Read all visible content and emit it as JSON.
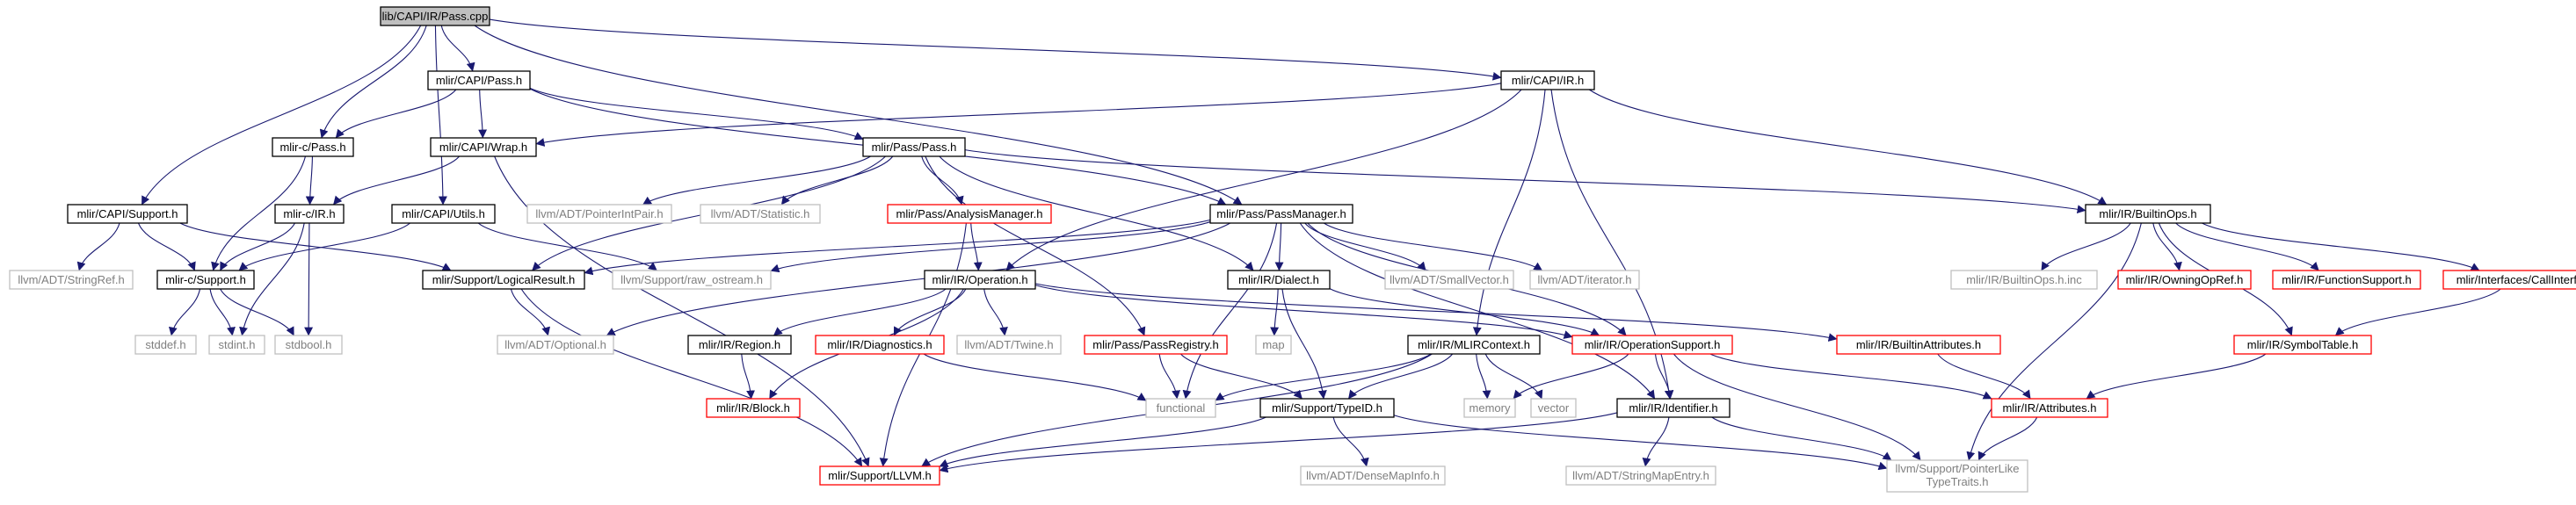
{
  "colors": {
    "edge": "#191970",
    "border_normal": "#000000",
    "border_red": "#ff0000",
    "border_gray": "#bfbfbf",
    "fill_root": "#bfbfbf",
    "fill_normal": "#ffffff",
    "text_normal": "#000000",
    "text_gray": "#7f7f7f"
  },
  "nodes": [
    {
      "id": "pass_cpp",
      "label": "lib/CAPI/IR/Pass.cpp",
      "kind": "root"
    },
    {
      "id": "capi_pass_h",
      "label": "mlir/CAPI/Pass.h",
      "kind": "normal"
    },
    {
      "id": "capi_ir_h",
      "label": "mlir/CAPI/IR.h",
      "kind": "normal"
    },
    {
      "id": "c_pass_h",
      "label": "mlir-c/Pass.h",
      "kind": "normal"
    },
    {
      "id": "capi_wrap_h",
      "label": "mlir/CAPI/Wrap.h",
      "kind": "normal"
    },
    {
      "id": "pass_pass_h",
      "label": "mlir/Pass/Pass.h",
      "kind": "normal"
    },
    {
      "id": "capi_support_h",
      "label": "mlir/CAPI/Support.h",
      "kind": "normal"
    },
    {
      "id": "c_ir_h",
      "label": "mlir-c/IR.h",
      "kind": "normal"
    },
    {
      "id": "capi_utils_h",
      "label": "mlir/CAPI/Utils.h",
      "kind": "normal"
    },
    {
      "id": "pointer_int_pair",
      "label": "llvm/ADT/PointerIntPair.h",
      "kind": "gray"
    },
    {
      "id": "statistic",
      "label": "llvm/ADT/Statistic.h",
      "kind": "gray"
    },
    {
      "id": "analysis_manager",
      "label": "mlir/Pass/AnalysisManager.h",
      "kind": "red"
    },
    {
      "id": "pass_manager",
      "label": "mlir/Pass/PassManager.h",
      "kind": "normal"
    },
    {
      "id": "builtin_ops",
      "label": "mlir/IR/BuiltinOps.h",
      "kind": "normal"
    },
    {
      "id": "string_ref",
      "label": "llvm/ADT/StringRef.h",
      "kind": "gray"
    },
    {
      "id": "c_support_h",
      "label": "mlir-c/Support.h",
      "kind": "normal"
    },
    {
      "id": "logical_result",
      "label": "mlir/Support/LogicalResult.h",
      "kind": "normal"
    },
    {
      "id": "raw_ostream",
      "label": "llvm/Support/raw_ostream.h",
      "kind": "gray"
    },
    {
      "id": "ir_operation",
      "label": "mlir/IR/Operation.h",
      "kind": "normal"
    },
    {
      "id": "ir_dialect",
      "label": "mlir/IR/Dialect.h",
      "kind": "normal"
    },
    {
      "id": "small_vector",
      "label": "llvm/ADT/SmallVector.h",
      "kind": "gray"
    },
    {
      "id": "adt_iterator",
      "label": "llvm/ADT/iterator.h",
      "kind": "gray"
    },
    {
      "id": "builtin_ops_inc",
      "label": "mlir/IR/BuiltinOps.h.inc",
      "kind": "gray"
    },
    {
      "id": "owning_op_ref",
      "label": "mlir/IR/OwningOpRef.h",
      "kind": "red"
    },
    {
      "id": "function_support",
      "label": "mlir/IR/FunctionSupport.h",
      "kind": "red"
    },
    {
      "id": "call_interfaces",
      "label": "mlir/Interfaces/CallInterfaces.h",
      "kind": "red"
    },
    {
      "id": "stddef",
      "label": "stddef.h",
      "kind": "gray"
    },
    {
      "id": "stdint",
      "label": "stdint.h",
      "kind": "gray"
    },
    {
      "id": "stdbool",
      "label": "stdbool.h",
      "kind": "gray"
    },
    {
      "id": "optional",
      "label": "llvm/ADT/Optional.h",
      "kind": "gray"
    },
    {
      "id": "ir_region",
      "label": "mlir/IR/Region.h",
      "kind": "normal"
    },
    {
      "id": "ir_diagnostics",
      "label": "mlir/IR/Diagnostics.h",
      "kind": "red"
    },
    {
      "id": "twine",
      "label": "llvm/ADT/Twine.h",
      "kind": "gray"
    },
    {
      "id": "pass_registry",
      "label": "mlir/Pass/PassRegistry.h",
      "kind": "red"
    },
    {
      "id": "map",
      "label": "map",
      "kind": "gray"
    },
    {
      "id": "mlir_context",
      "label": "mlir/IR/MLIRContext.h",
      "kind": "normal"
    },
    {
      "id": "operation_support",
      "label": "mlir/IR/OperationSupport.h",
      "kind": "red"
    },
    {
      "id": "builtin_attributes",
      "label": "mlir/IR/BuiltinAttributes.h",
      "kind": "red"
    },
    {
      "id": "symbol_table",
      "label": "mlir/IR/SymbolTable.h",
      "kind": "red"
    },
    {
      "id": "ir_block",
      "label": "mlir/IR/Block.h",
      "kind": "red"
    },
    {
      "id": "functional",
      "label": "functional",
      "kind": "gray"
    },
    {
      "id": "type_id",
      "label": "mlir/Support/TypeID.h",
      "kind": "normal"
    },
    {
      "id": "memory",
      "label": "memory",
      "kind": "gray"
    },
    {
      "id": "vector",
      "label": "vector",
      "kind": "gray"
    },
    {
      "id": "ir_identifier",
      "label": "mlir/IR/Identifier.h",
      "kind": "normal"
    },
    {
      "id": "ir_attributes",
      "label": "mlir/IR/Attributes.h",
      "kind": "red"
    },
    {
      "id": "support_llvm",
      "label": "mlir/Support/LLVM.h",
      "kind": "red"
    },
    {
      "id": "dense_map_info",
      "label": "llvm/ADT/DenseMapInfo.h",
      "kind": "gray"
    },
    {
      "id": "string_map_entry",
      "label": "llvm/ADT/StringMapEntry.h",
      "kind": "gray"
    },
    {
      "id": "pointer_like_type_traits",
      "label": "llvm/Support/PointerLike\nTypeTraits.h",
      "kind": "gray"
    }
  ],
  "edges": [
    [
      "pass_cpp",
      "capi_pass_h"
    ],
    [
      "pass_cpp",
      "capi_ir_h"
    ],
    [
      "pass_cpp",
      "c_pass_h"
    ],
    [
      "pass_cpp",
      "capi_support_h"
    ],
    [
      "pass_cpp",
      "capi_utils_h"
    ],
    [
      "pass_cpp",
      "pass_manager"
    ],
    [
      "capi_pass_h",
      "c_pass_h"
    ],
    [
      "capi_pass_h",
      "capi_wrap_h"
    ],
    [
      "capi_pass_h",
      "pass_pass_h"
    ],
    [
      "capi_pass_h",
      "pass_manager"
    ],
    [
      "capi_ir_h",
      "capi_wrap_h"
    ],
    [
      "capi_ir_h",
      "builtin_ops"
    ],
    [
      "capi_ir_h",
      "ir_operation"
    ],
    [
      "capi_ir_h",
      "mlir_context"
    ],
    [
      "capi_ir_h",
      "ir_identifier"
    ],
    [
      "c_pass_h",
      "c_ir_h"
    ],
    [
      "c_pass_h",
      "c_support_h"
    ],
    [
      "capi_wrap_h",
      "c_ir_h"
    ],
    [
      "capi_wrap_h",
      "support_llvm"
    ],
    [
      "pass_pass_h",
      "pointer_int_pair"
    ],
    [
      "pass_pass_h",
      "statistic"
    ],
    [
      "pass_pass_h",
      "analysis_manager"
    ],
    [
      "pass_pass_h",
      "pass_registry"
    ],
    [
      "pass_pass_h",
      "ir_dialect"
    ],
    [
      "pass_pass_h",
      "builtin_ops"
    ],
    [
      "pass_pass_h",
      "logical_result"
    ],
    [
      "capi_support_h",
      "string_ref"
    ],
    [
      "capi_support_h",
      "c_support_h"
    ],
    [
      "capi_support_h",
      "logical_result"
    ],
    [
      "c_ir_h",
      "c_support_h"
    ],
    [
      "c_ir_h",
      "stdint"
    ],
    [
      "c_ir_h",
      "stdbool"
    ],
    [
      "capi_utils_h",
      "c_support_h"
    ],
    [
      "capi_utils_h",
      "raw_ostream"
    ],
    [
      "c_support_h",
      "stddef"
    ],
    [
      "c_support_h",
      "stdint"
    ],
    [
      "c_support_h",
      "stdbool"
    ],
    [
      "analysis_manager",
      "ir_operation"
    ],
    [
      "analysis_manager",
      "support_llvm"
    ],
    [
      "pass_manager",
      "logical_result"
    ],
    [
      "pass_manager",
      "raw_ostream"
    ],
    [
      "pass_manager",
      "ir_dialect"
    ],
    [
      "pass_manager",
      "small_vector"
    ],
    [
      "pass_manager",
      "adt_iterator"
    ],
    [
      "pass_manager",
      "operation_support"
    ],
    [
      "pass_manager",
      "optional"
    ],
    [
      "pass_manager",
      "functional"
    ],
    [
      "pass_manager",
      "ir_identifier"
    ],
    [
      "builtin_ops",
      "builtin_ops_inc"
    ],
    [
      "builtin_ops",
      "owning_op_ref"
    ],
    [
      "builtin_ops",
      "function_support"
    ],
    [
      "builtin_ops",
      "call_interfaces"
    ],
    [
      "builtin_ops",
      "symbol_table"
    ],
    [
      "builtin_ops",
      "pointer_like_type_traits"
    ],
    [
      "call_interfaces",
      "symbol_table"
    ],
    [
      "logical_result",
      "optional"
    ],
    [
      "logical_result",
      "support_llvm"
    ],
    [
      "ir_operation",
      "ir_region"
    ],
    [
      "ir_operation",
      "ir_diagnostics"
    ],
    [
      "ir_operation",
      "twine"
    ],
    [
      "ir_operation",
      "ir_block"
    ],
    [
      "ir_operation",
      "operation_support"
    ],
    [
      "ir_operation",
      "builtin_attributes"
    ],
    [
      "ir_dialect",
      "map"
    ],
    [
      "ir_dialect",
      "operation_support"
    ],
    [
      "ir_dialect",
      "type_id"
    ],
    [
      "ir_region",
      "ir_block"
    ],
    [
      "ir_diagnostics",
      "functional"
    ],
    [
      "pass_registry",
      "functional"
    ],
    [
      "pass_registry",
      "type_id"
    ],
    [
      "mlir_context",
      "functional"
    ],
    [
      "mlir_context",
      "type_id"
    ],
    [
      "mlir_context",
      "memory"
    ],
    [
      "mlir_context",
      "vector"
    ],
    [
      "mlir_context",
      "support_llvm"
    ],
    [
      "operation_support",
      "memory"
    ],
    [
      "operation_support",
      "ir_identifier"
    ],
    [
      "operation_support",
      "ir_attributes"
    ],
    [
      "operation_support",
      "pointer_like_type_traits"
    ],
    [
      "builtin_attributes",
      "ir_attributes"
    ],
    [
      "symbol_table",
      "ir_attributes"
    ],
    [
      "ir_attributes",
      "pointer_like_type_traits"
    ],
    [
      "ir_identifier",
      "support_llvm"
    ],
    [
      "ir_identifier",
      "string_map_entry"
    ],
    [
      "ir_identifier",
      "pointer_like_type_traits"
    ],
    [
      "type_id",
      "support_llvm"
    ],
    [
      "type_id",
      "dense_map_info"
    ],
    [
      "type_id",
      "pointer_like_type_traits"
    ]
  ]
}
